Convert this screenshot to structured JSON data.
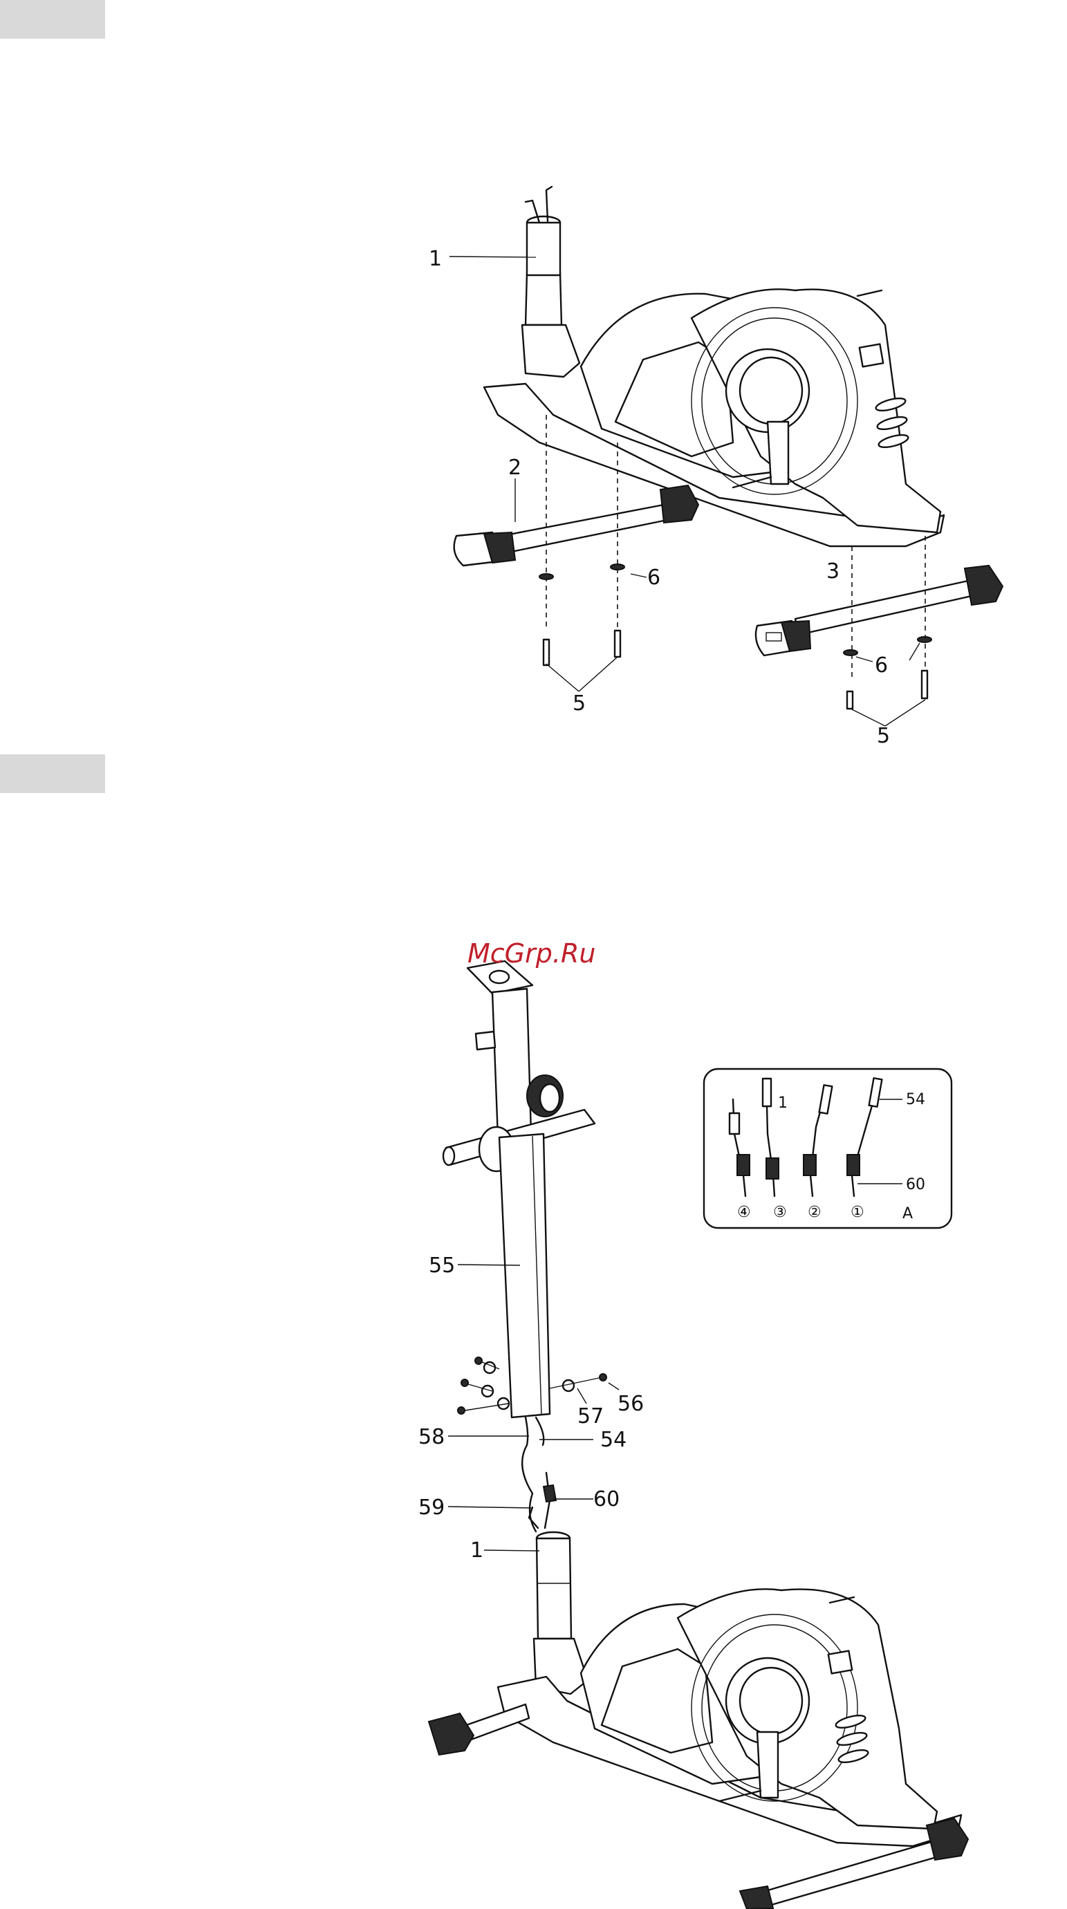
{
  "watermark": "McGrp.Ru",
  "step1": {
    "callouts": {
      "c1": "1",
      "c2": "2",
      "c3": "3",
      "c5a": "5",
      "c6a": "6",
      "c5b": "5",
      "c6b": "6"
    }
  },
  "step2": {
    "callouts": {
      "c55": "55",
      "c56": "56",
      "c57": "57",
      "c58": "58",
      "c54": "54",
      "c59": "59",
      "c60": "60",
      "c1": "1"
    },
    "inset": {
      "c54": "54",
      "c60": "60",
      "c1": "1",
      "s4": "④",
      "s3": "③",
      "s2": "②",
      "s1": "①",
      "label": "A"
    }
  }
}
